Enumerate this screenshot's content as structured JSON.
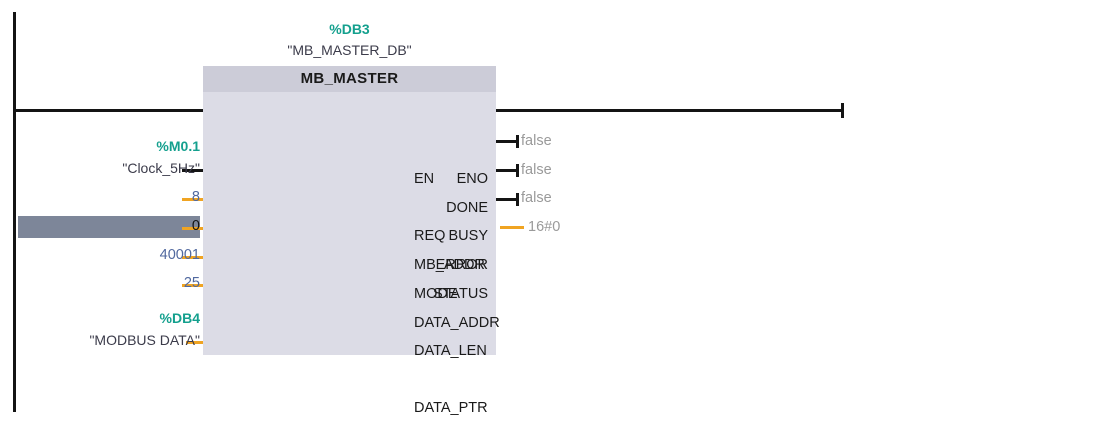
{
  "block": {
    "db_number": "%DB3",
    "db_name": "\"MB_MASTER_DB\"",
    "title": "MB_MASTER"
  },
  "inputs": [
    {
      "port": "EN",
      "operand_addr": "",
      "operand_sym": "",
      "value": "",
      "wire": "bool",
      "selected": false
    },
    {
      "port": "REQ",
      "operand_addr": "%M0.1",
      "operand_sym": "\"Clock_5Hz\"",
      "value": "",
      "wire": "bool",
      "selected": false
    },
    {
      "port": "MB_ADDR",
      "operand_addr": "",
      "operand_sym": "",
      "value": "8",
      "wire": "orange",
      "selected": false
    },
    {
      "port": "MODE",
      "operand_addr": "",
      "operand_sym": "",
      "value": "0",
      "wire": "orange",
      "selected": true
    },
    {
      "port": "DATA_ADDR",
      "operand_addr": "",
      "operand_sym": "",
      "value": "40001",
      "wire": "orange",
      "selected": false
    },
    {
      "port": "DATA_LEN",
      "operand_addr": "",
      "operand_sym": "",
      "value": "25",
      "wire": "orange",
      "selected": false
    },
    {
      "port": "DATA_PTR",
      "operand_addr": "%DB4",
      "operand_sym": "\"MODBUS DATA\"",
      "value": "",
      "wire": "orange",
      "selected": false
    }
  ],
  "outputs": [
    {
      "port": "ENO",
      "value": "",
      "wire": "rung"
    },
    {
      "port": "DONE",
      "value": "false",
      "wire": "bool"
    },
    {
      "port": "BUSY",
      "value": "false",
      "wire": "bool"
    },
    {
      "port": "ERROR",
      "value": "false",
      "wire": "bool"
    },
    {
      "port": "STATUS",
      "value": "16#0",
      "wire": "orange"
    }
  ],
  "colors": {
    "teal": "#14a08e",
    "value_blue": "#50689f",
    "wire_orange": "#f0a422",
    "wire_bool": "#141414",
    "block_body": "#dcdce6",
    "block_title": "#ccccd8",
    "selection": "#7d8699",
    "monitor_gray": "#9a9a9a"
  }
}
